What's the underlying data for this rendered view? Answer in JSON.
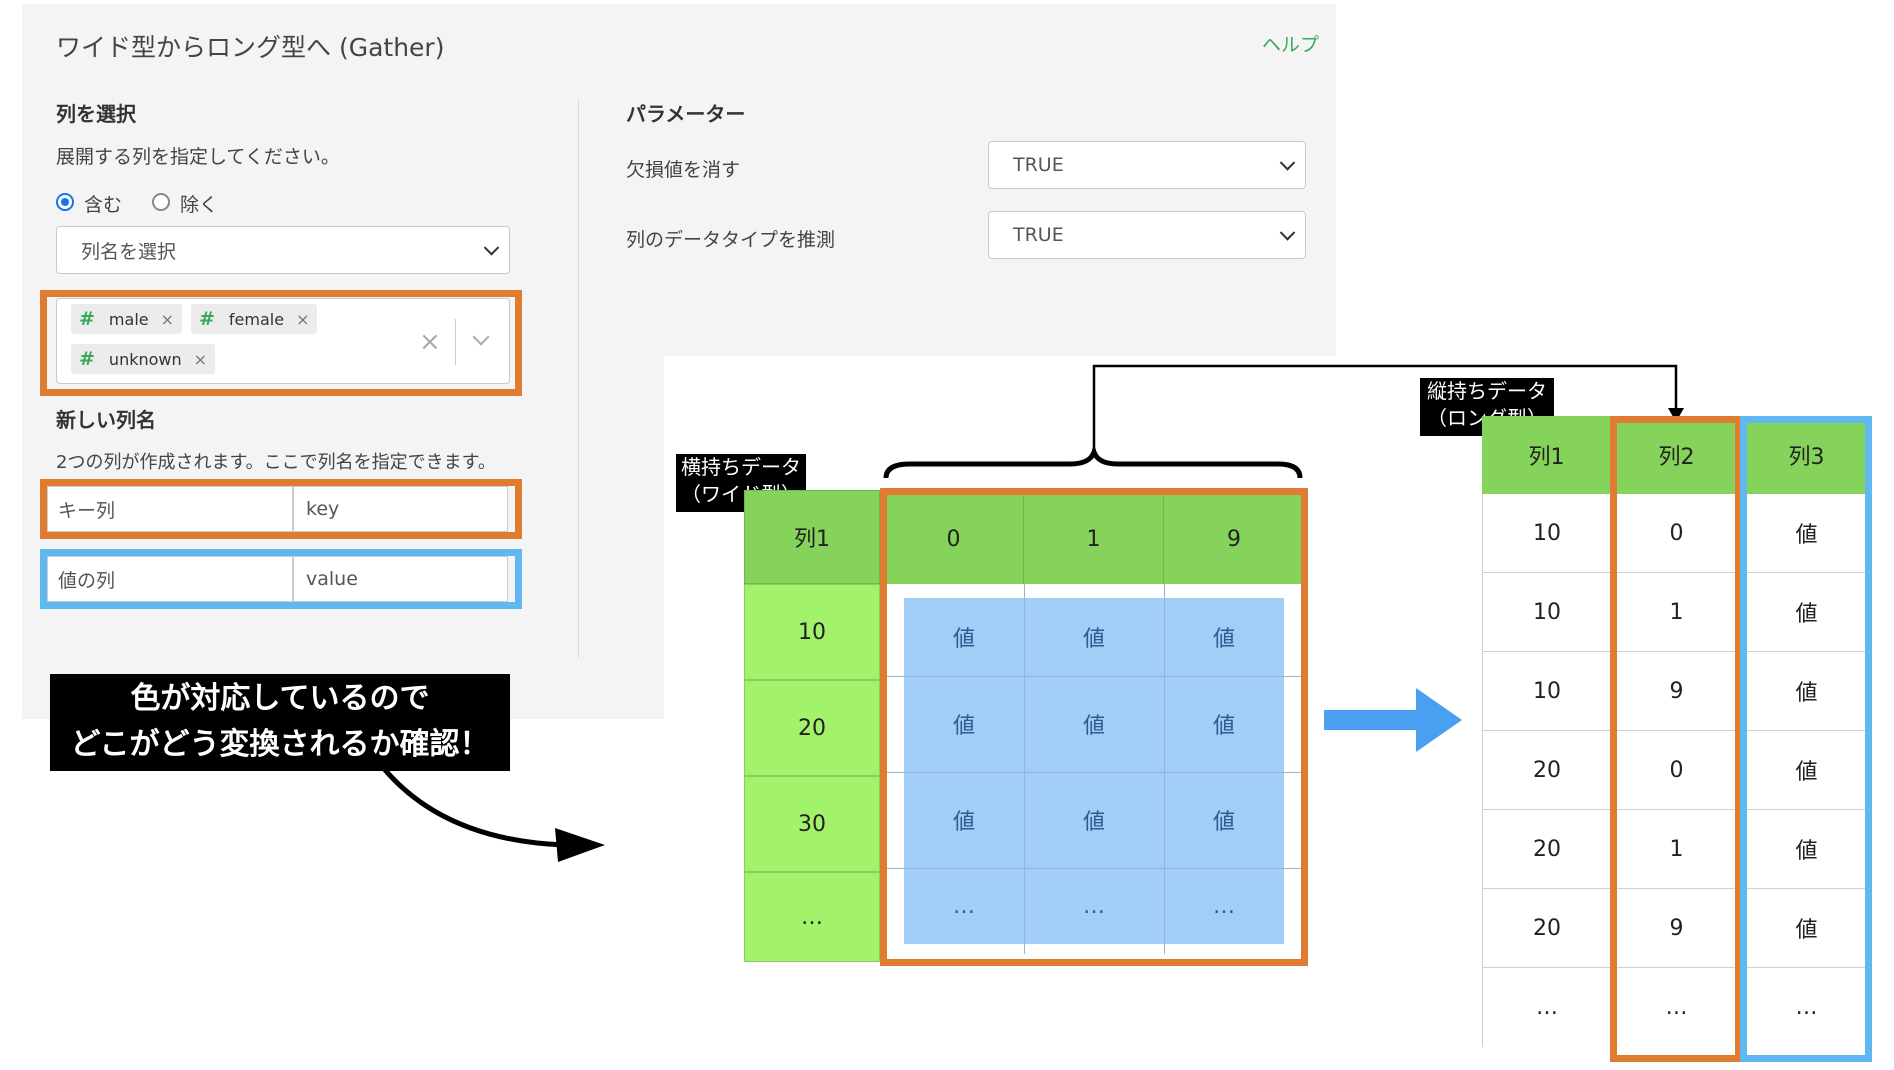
{
  "dialog": {
    "title": "ワイド型からロング型へ (Gather)",
    "help_link": "ヘルプ",
    "columns_section": {
      "heading": "列を選択",
      "description": "展開する列を指定してください。",
      "radio_include": "含む",
      "radio_exclude": "除く",
      "selected_radio": "含む",
      "column_select_placeholder": "列名を選択",
      "selected_columns": [
        "male",
        "female",
        "unknown"
      ]
    },
    "new_columns_section": {
      "heading": "新しい列名",
      "description": "2つの列が作成されます。ここで列名を指定できます。",
      "key_label": "キー列",
      "key_value": "key",
      "value_label": "値の列",
      "value_value": "value"
    },
    "params_section": {
      "heading": "パラメーター",
      "remove_na_label": "欠損値を消す",
      "remove_na_value": "TRUE",
      "convert_type_label": "列のデータタイプを推測",
      "convert_type_value": "TRUE"
    }
  },
  "annotation": {
    "callout_line1": "色が対応しているので",
    "callout_line2": "どこがどう変換されるか確認！",
    "wide_label_line1": "横持ちデータ",
    "wide_label_line2": "（ワイド型）",
    "long_label_line1": "縦持ちデータ",
    "long_label_line2": "（ロング型）"
  },
  "wide_table": {
    "id_header": "列1",
    "key_headers": [
      "0",
      "1",
      "9"
    ],
    "rows": [
      {
        "id": "10",
        "values": [
          "値",
          "値",
          "値"
        ]
      },
      {
        "id": "20",
        "values": [
          "値",
          "値",
          "値"
        ]
      },
      {
        "id": "30",
        "values": [
          "値",
          "値",
          "値"
        ]
      },
      {
        "id": "…",
        "values": [
          "…",
          "…",
          "…"
        ]
      }
    ]
  },
  "long_table": {
    "headers": [
      "列1",
      "列2",
      "列3"
    ],
    "rows": [
      [
        "10",
        "0",
        "値"
      ],
      [
        "10",
        "1",
        "値"
      ],
      [
        "10",
        "9",
        "値"
      ],
      [
        "20",
        "0",
        "値"
      ],
      [
        "20",
        "1",
        "値"
      ],
      [
        "20",
        "9",
        "値"
      ],
      [
        "…",
        "…",
        "…"
      ]
    ]
  },
  "colors": {
    "orange": "#e07b32",
    "blue": "#5fb8ef",
    "green_header": "#85d35a",
    "green_light": "#a3f26b",
    "value_blue": "#a1cdf7",
    "help_green": "#3aaa5a"
  }
}
